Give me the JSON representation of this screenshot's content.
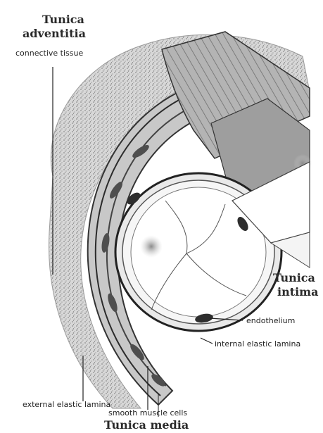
{
  "figure": {
    "titles": {
      "adventitia_line1": "Tunica",
      "adventitia_line2": "adventitia",
      "intima_line1": "Tunica",
      "intima_line2": "intima",
      "media": "Tunica media"
    },
    "labels": {
      "connective_tissue": "connective tissue",
      "endothelium": "endothelium",
      "internal_elastic_lamina": "internal elastic lamina",
      "external_elastic_lamina": "external elastic lamina",
      "smooth_muscle_cells": "smooth muscle cells"
    }
  }
}
